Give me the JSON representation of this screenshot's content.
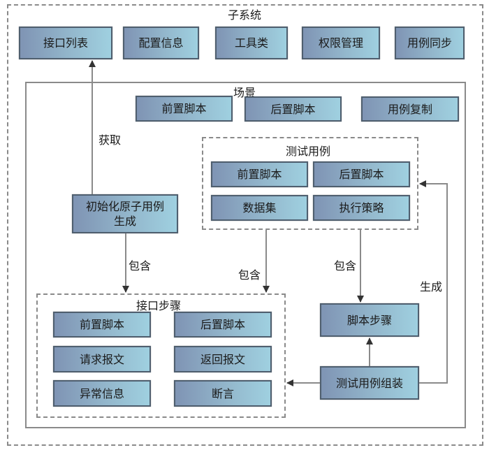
{
  "subsystem": {
    "title": "子系统",
    "items": [
      "接口列表",
      "配置信息",
      "工具类",
      "权限管理",
      "用例同步"
    ]
  },
  "scene": {
    "title": "场景",
    "items": [
      "前置脚本",
      "后置脚本",
      "用例复制"
    ]
  },
  "test_case": {
    "title": "测试用例",
    "items": [
      "前置脚本",
      "后置脚本",
      "数据集",
      "执行策略"
    ]
  },
  "init_atomic": {
    "line1": "初始化原子用例",
    "line2": "生成"
  },
  "interface_step": {
    "title": "接口步骤",
    "items": [
      "前置脚本",
      "后置脚本",
      "请求报文",
      "返回报文",
      "异常信息",
      "断言"
    ]
  },
  "script_step": {
    "label": "脚本步骤"
  },
  "test_case_assembly": {
    "label": "测试用例组装"
  },
  "edges": {
    "fetch": "获取",
    "contain_1": "包含",
    "contain_2": "包含",
    "contain_3": "包含",
    "generate": "生成"
  }
}
